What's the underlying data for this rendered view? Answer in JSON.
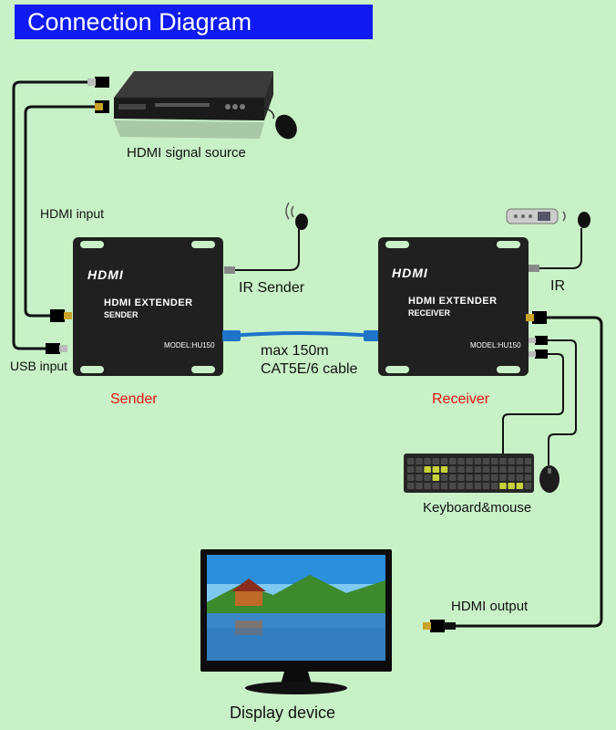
{
  "title": "Connection Diagram",
  "labels": {
    "source": "HDMI signal source",
    "hdmi_input": "HDMI input",
    "usb_input": "USB input",
    "ir_sender": "IR Sender",
    "ir": "IR",
    "cable_1": "max 150m",
    "cable_2": "CAT5E/6 cable",
    "sender": "Sender",
    "receiver": "Receiver",
    "keyboard_mouse": "Keyboard&mouse",
    "hdmi_output": "HDMI output",
    "display": "Display device"
  },
  "sender_box": {
    "brand": "HDMI",
    "name": "HDMI EXTENDER",
    "role": "SENDER",
    "model": "MODEL:HU150"
  },
  "receiver_box": {
    "brand": "HDMI",
    "name": "HDMI EXTENDER",
    "role": "RECEIVER",
    "model": "MODEL:HU150"
  },
  "colors": {
    "background": "#c9f1c7",
    "title_bar": "#0f1bf0",
    "role_label": "#e0140f",
    "box": "#202020",
    "cable": "#1e74c9"
  }
}
